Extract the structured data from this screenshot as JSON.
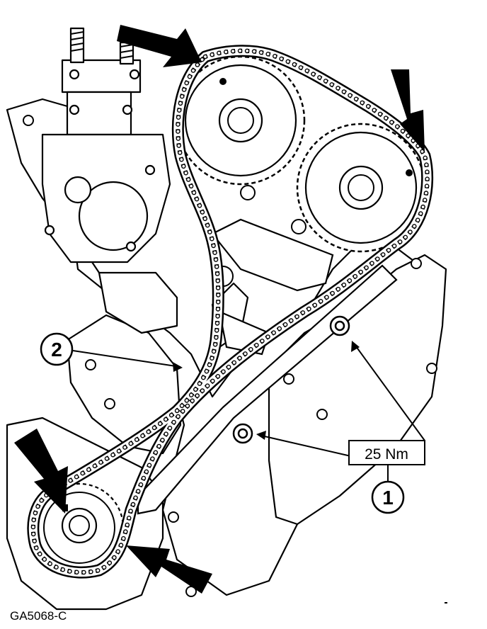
{
  "figure": {
    "figure_code": "GA5068-C",
    "callouts": [
      {
        "id": "callout-2",
        "number": "2"
      },
      {
        "id": "callout-1",
        "number": "1"
      }
    ],
    "torque_spec": "25 Nm"
  }
}
